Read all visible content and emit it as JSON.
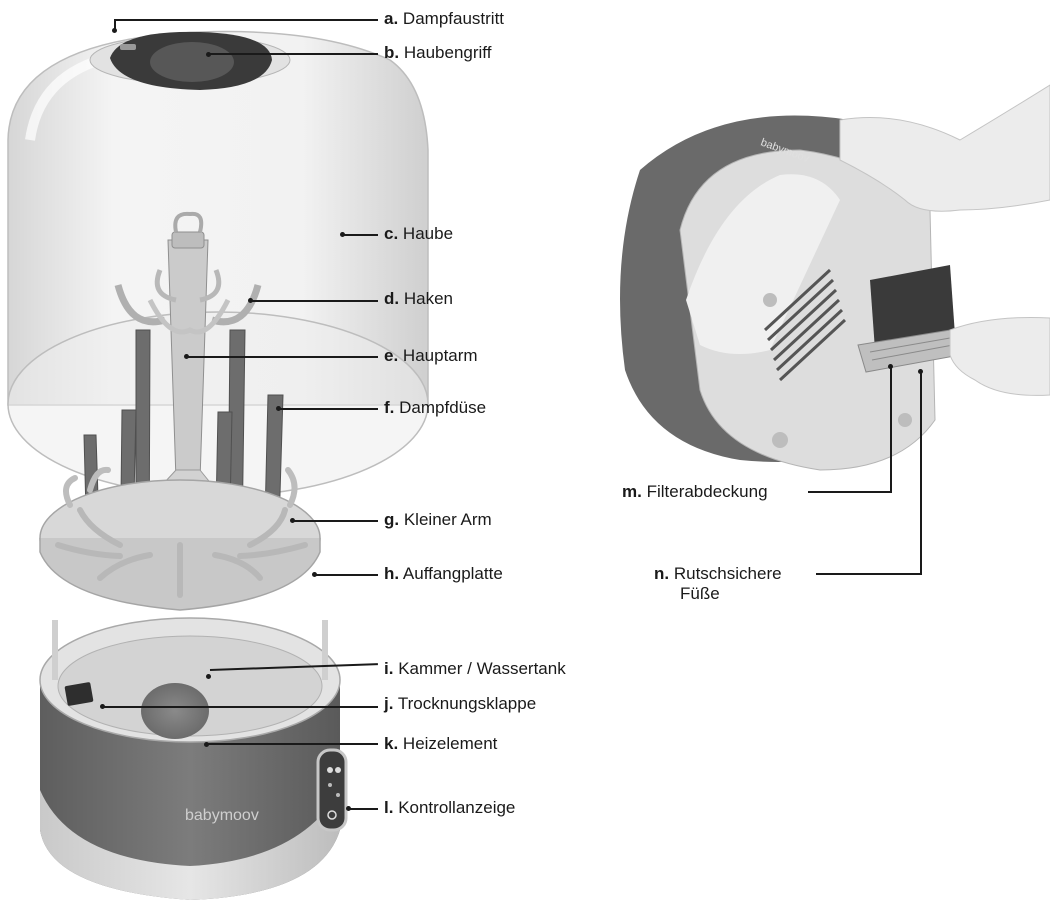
{
  "callouts": [
    {
      "letter": "a.",
      "text": "Dampfaustritt"
    },
    {
      "letter": "b.",
      "text": "Haubengriff"
    },
    {
      "letter": "c.",
      "text": "Haube"
    },
    {
      "letter": "d.",
      "text": "Haken"
    },
    {
      "letter": "e.",
      "text": "Hauptarm"
    },
    {
      "letter": "f.",
      "text": "Dampfdüse"
    },
    {
      "letter": "g.",
      "text": "Kleiner Arm"
    },
    {
      "letter": "h.",
      "text": "Auffangplatte"
    },
    {
      "letter": "i.",
      "text": "Kammer / Wassertank"
    },
    {
      "letter": "j.",
      "text": "Trocknungsklappe"
    },
    {
      "letter": "k.",
      "text": "Heizelement"
    },
    {
      "letter": "l.",
      "text": "Kontrollanzeige"
    },
    {
      "letter": "m.",
      "text": "Filterabdeckung"
    },
    {
      "letter": "n.",
      "text": "Rutschsichere",
      "text2": "Füße"
    }
  ],
  "brand": {
    "logo_text": "babymoov"
  },
  "colors": {
    "ink": "#1a1a1a",
    "body_dark": "#6f6f6f",
    "body_light": "#d9d9d9",
    "dome": "#efefef"
  }
}
